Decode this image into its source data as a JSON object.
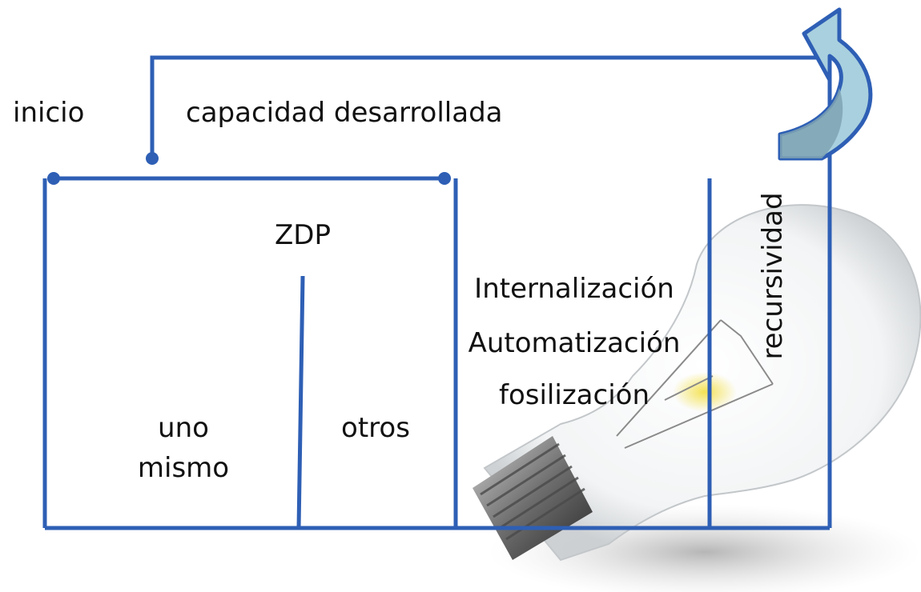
{
  "colors": {
    "line": "#2E5FB5",
    "arrow_fill": "#A9D0DE",
    "arrow_shade": "#7FA3B3",
    "text": "#111111"
  },
  "labels": {
    "inicio": "inicio",
    "capacidad": "capacidad desarrollada",
    "zdp": "ZDP",
    "uno": "uno",
    "mismo": "mismo",
    "otros": "otros",
    "internalizacion": "Internalización",
    "automatizacion": "Automatización",
    "fosilizacion": "fosilización",
    "recursividad": "recursividad"
  },
  "icons": {
    "bulb": "lightbulb-icon",
    "arrow": "curved-arrow-icon"
  }
}
